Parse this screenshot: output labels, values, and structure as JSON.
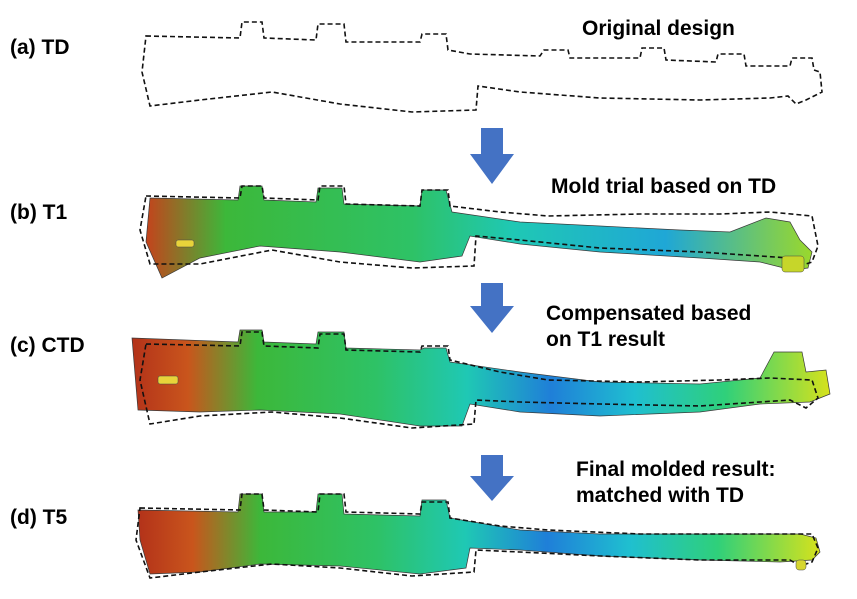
{
  "colors": {
    "outline": "#111111",
    "arrow": "#4472c4",
    "gradient": [
      "#b3321a",
      "#2eb52e",
      "#1fc8b4",
      "#1f7fd8",
      "#2fd07a",
      "#d6e21c"
    ]
  },
  "rows": [
    {
      "id": "a",
      "label": "(a) TD",
      "caption": [
        "Original design"
      ]
    },
    {
      "id": "b",
      "label": "(b) T1",
      "caption": [
        "Mold trial based on TD"
      ]
    },
    {
      "id": "c",
      "label": "(c) CTD",
      "caption": [
        "Compensated based",
        "on T1 result"
      ]
    },
    {
      "id": "d",
      "label": "(d) T5",
      "caption": [
        "Final molded result:",
        "matched with TD"
      ]
    }
  ]
}
